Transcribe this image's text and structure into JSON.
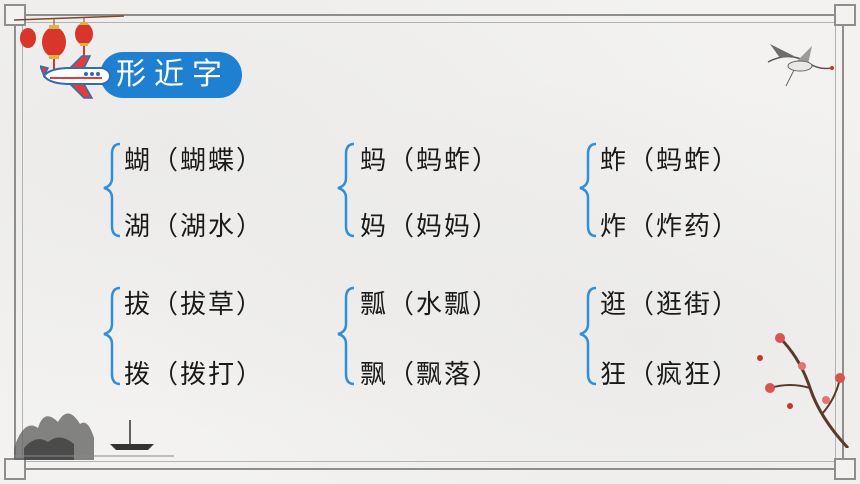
{
  "title": "形近字",
  "groups": [
    {
      "items": [
        "蝴（蝴蝶）",
        "湖（湖水）"
      ]
    },
    {
      "items": [
        "蚂（蚂蚱）",
        "妈（妈妈）"
      ]
    },
    {
      "items": [
        "蚱（蚂蚱）",
        "炸（炸药）"
      ]
    },
    {
      "items": [
        "拔（拔草）",
        "拨（拨打）"
      ]
    },
    {
      "items": [
        "瓢（水瓢）",
        "飘（飘落）"
      ]
    },
    {
      "items": [
        "逛（逛街）",
        "狂（疯狂）"
      ]
    }
  ],
  "colors": {
    "accent": "#1f7fd0",
    "brace": "#2f8fd8",
    "text": "#1a1a1a"
  },
  "icons": [
    "plane-icon",
    "lantern-icon",
    "crane-icon",
    "plum-blossom-icon",
    "landscape-icon"
  ]
}
